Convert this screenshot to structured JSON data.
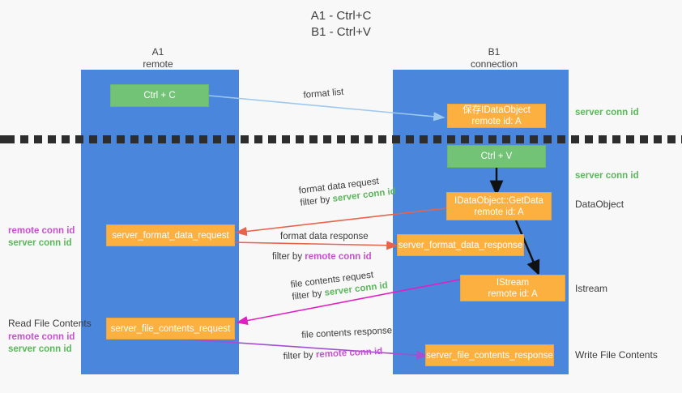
{
  "title": {
    "line1": "A1 - Ctrl+C",
    "line2": "B1 - Ctrl+V"
  },
  "columns": {
    "a1": {
      "name": "A1",
      "role": "remote"
    },
    "b1": {
      "name": "B1",
      "role": "connection"
    }
  },
  "nodes": {
    "ctrl_c": {
      "line1": "Ctrl + C",
      "line2": ""
    },
    "save_idataobject": {
      "line1": "保存IDataObject",
      "line2": "remote id: A"
    },
    "ctrl_v": {
      "line1": "Ctrl + V",
      "line2": ""
    },
    "getdata": {
      "line1": "IDataObject::GetData",
      "line2": "remote id: A"
    },
    "istream": {
      "line1": "IStream",
      "line2": "remote id: A"
    },
    "fmt_data_request": {
      "line1": "server_format_data_request",
      "line2": ""
    },
    "fmt_data_response": {
      "line1": "server_format_data_response",
      "line2": ""
    },
    "file_req": {
      "line1": "server_file_contents_request",
      "line2": ""
    },
    "file_resp": {
      "line1": "server_file_contents_response",
      "line2": ""
    }
  },
  "edge_labels": {
    "format_list": "format list",
    "format_data_request": "format data request",
    "format_data_request_filter_prefix": "filter by",
    "format_data_request_filter_value": "server conn id",
    "format_data_response": "format data response",
    "format_data_response_filter_prefix": "filter by",
    "format_data_response_filter_value": "remote conn id",
    "file_contents_request": "file contents request",
    "file_contents_request_filter_prefix": "filter by",
    "file_contents_request_filter_value": "server conn id",
    "file_contents_response": "file contents response",
    "file_contents_response_filter_prefix": "filter by",
    "file_contents_response_filter_value": "remote conn id"
  },
  "right_labels": {
    "server_conn_id_top": "server conn id",
    "server_conn_id_mid": "server conn id",
    "dataobject": "DataObject",
    "istream": "Istream",
    "write_file_contents": "Write File Contents"
  },
  "left_labels": {
    "format_remote": "remote conn id",
    "format_server": "server conn id",
    "read_file_contents": "Read File Contents",
    "file_remote": "remote conn id",
    "file_server": "server conn id"
  },
  "colors": {
    "lane": "#4a86dc",
    "green_node": "#72c375",
    "orange_node": "#fbb040",
    "green_text": "#5bb75b",
    "purple_text": "#c94fd0",
    "arrow_lightblue": "#9dc9ef",
    "arrow_red": "#e8634a",
    "arrow_black": "#111111",
    "arrow_magenta": "#e020c0",
    "arrow_purple": "#a24fd0",
    "background": "#f8f8f8"
  }
}
